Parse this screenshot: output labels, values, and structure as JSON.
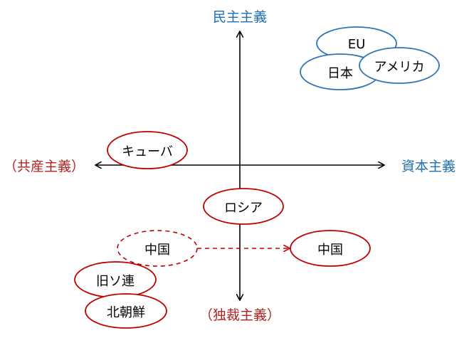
{
  "axes": {
    "top": "民主主義",
    "bottom": "（独裁主義）",
    "left": "（共産主義）",
    "right": "資本主義"
  },
  "nodes": {
    "eu": "EU",
    "japan": "日本",
    "america": "アメリカ",
    "cuba": "キューバ",
    "russia": "ロシア",
    "china_past": "中国",
    "china_future": "中国",
    "former_ussr": "旧ソ連",
    "north_korea": "北朝鮮"
  },
  "colors": {
    "democratic_outline": "#2e75b6",
    "authoritarian_outline": "#c00000",
    "axis": "#000000",
    "label_blue": "#1f6fb3",
    "label_red": "#b22222"
  }
}
